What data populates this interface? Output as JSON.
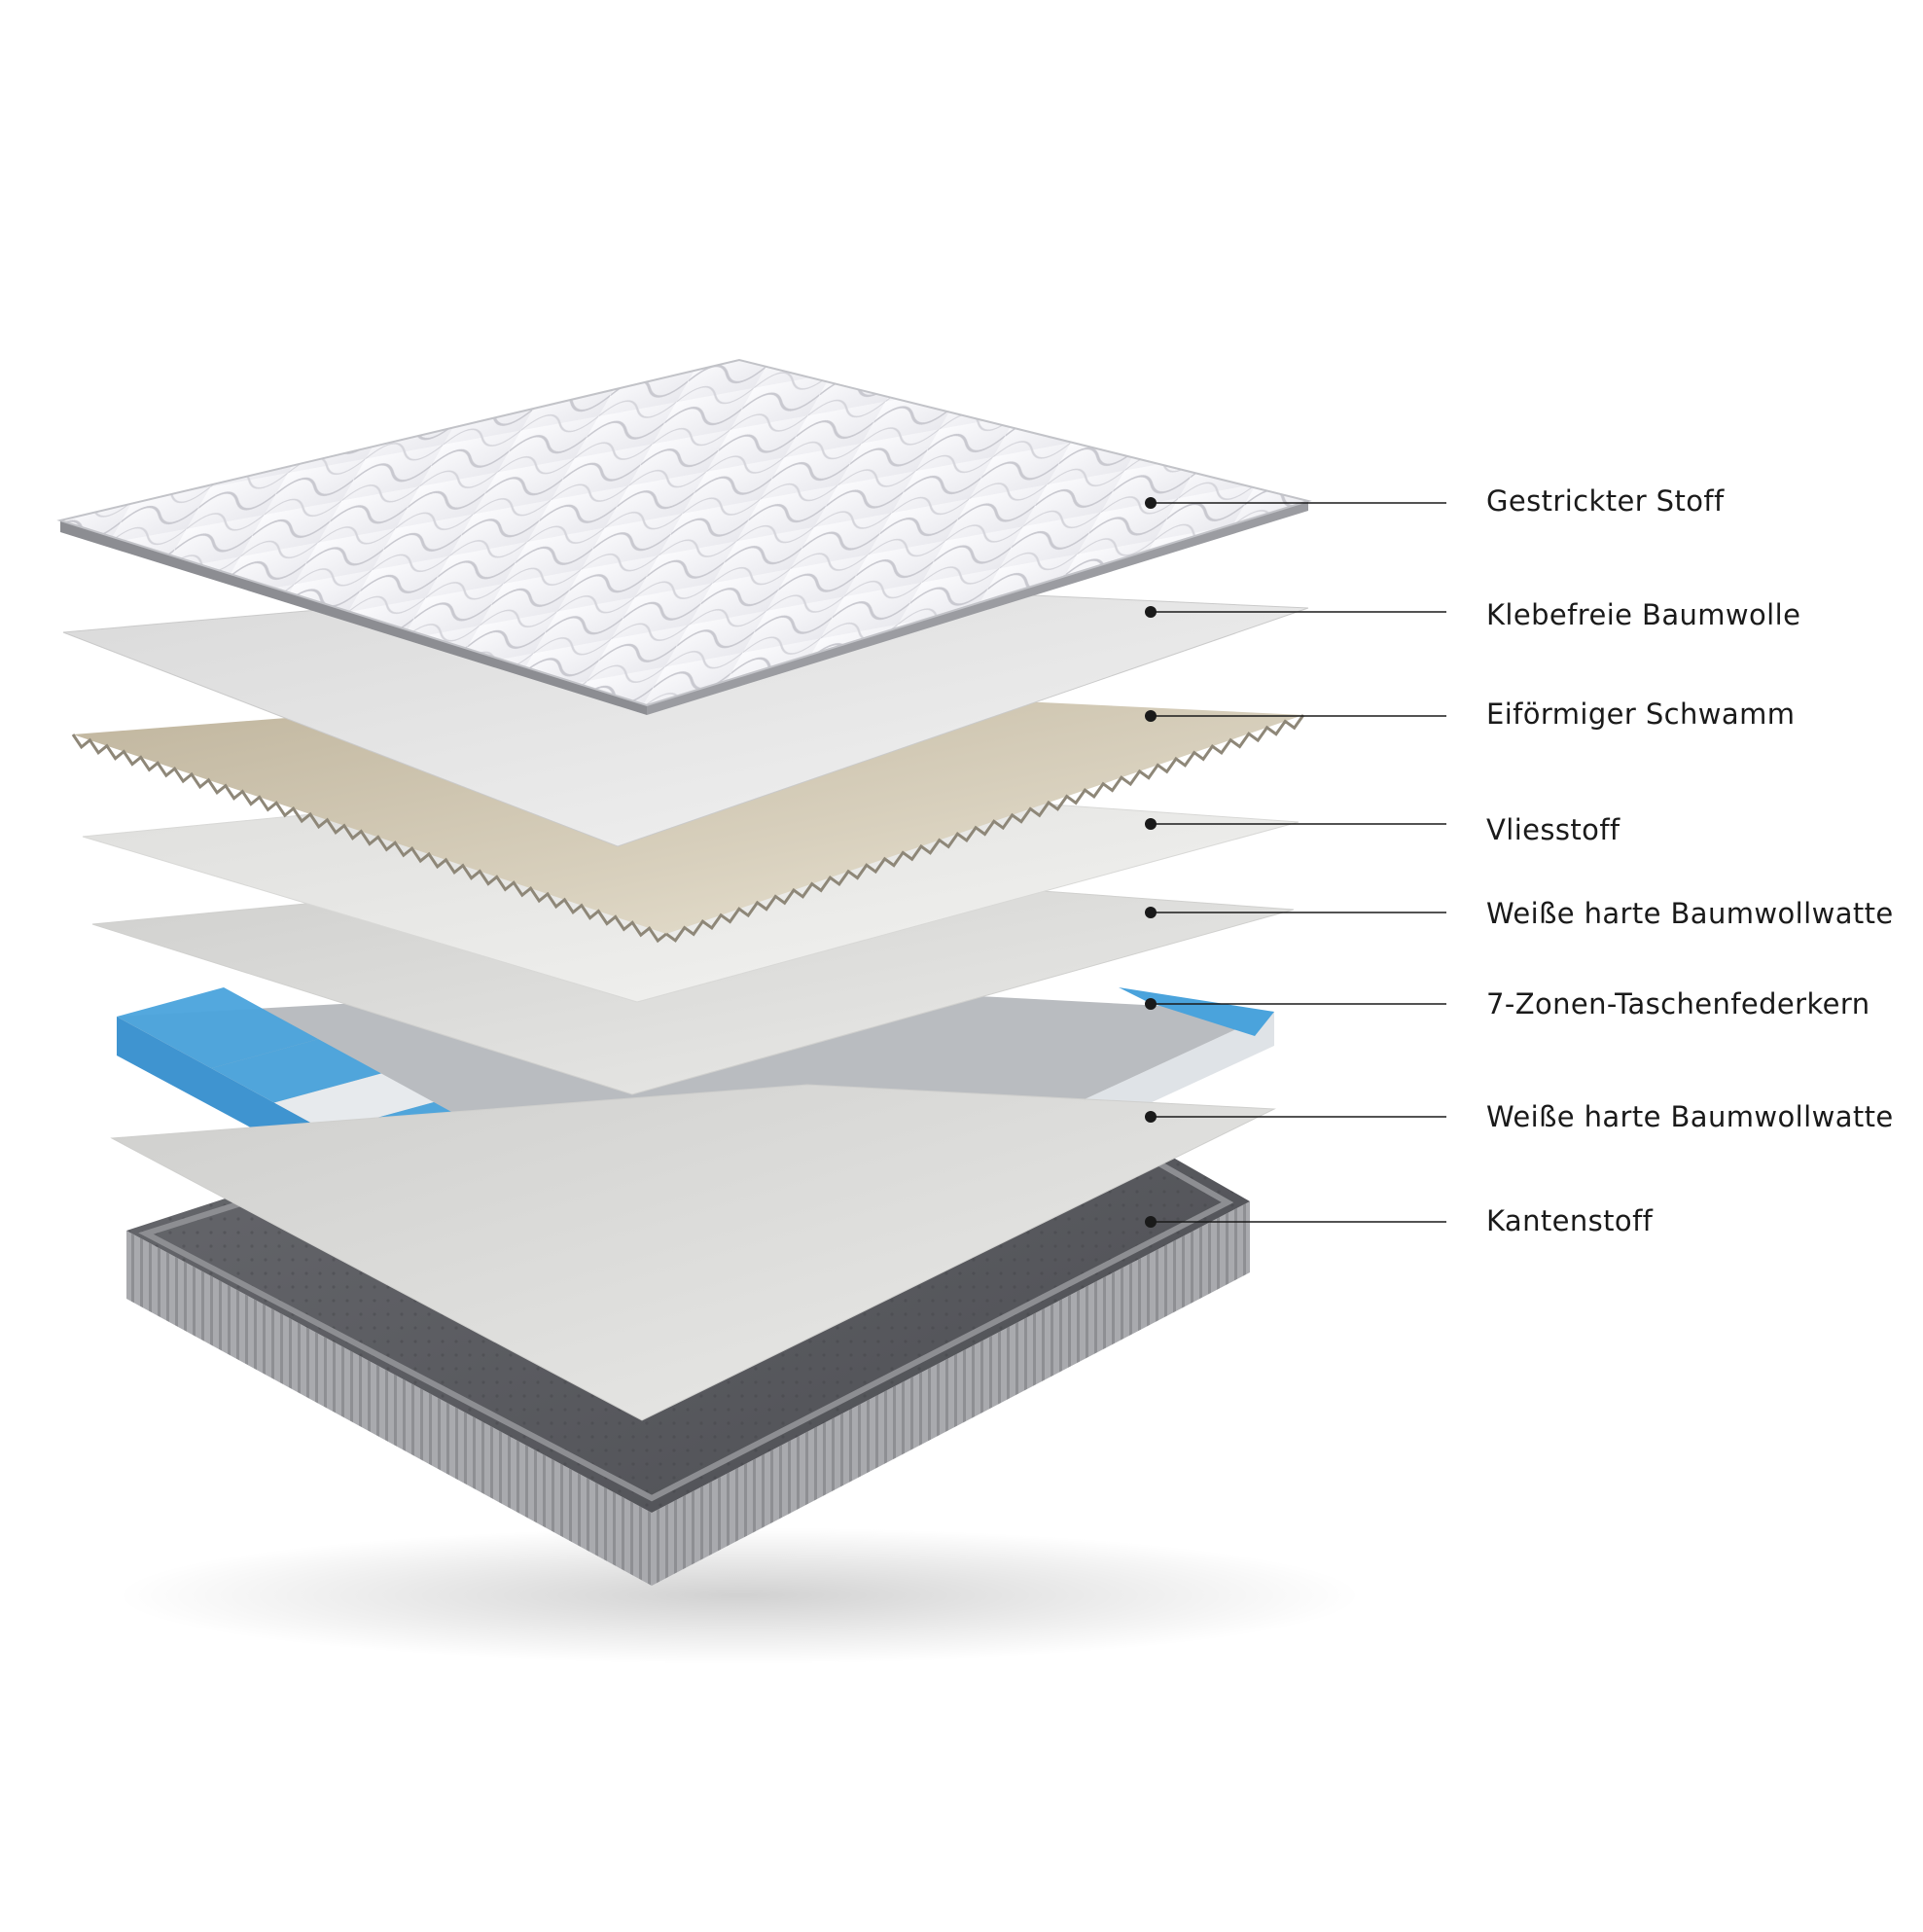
{
  "colors": {
    "knit": "#f4f4f6",
    "cotton": "#e2e2e2",
    "foam": "#cfc7b4",
    "fleece": "#e6e6e4",
    "wadding": "#d6d6d4",
    "spring_blue": "#4aa3dc",
    "spring_white": "#e9ecef",
    "spring_grey": "#b9bcc0",
    "edge_fabric": "#5f6064",
    "edge_side": "#a7a8ab",
    "leader": "#1a1a1a"
  },
  "layers": [
    {
      "id": "knit",
      "label": "Gestrickter Stoff"
    },
    {
      "id": "cotton",
      "label": "Klebefreie Baumwolle"
    },
    {
      "id": "foam",
      "label": "Eiförmiger Schwamm"
    },
    {
      "id": "fleece",
      "label": "Vliesstoff"
    },
    {
      "id": "wadding_top",
      "label": "Weiße harte Baumwollwatte"
    },
    {
      "id": "springs",
      "label": "7-Zonen-Taschenfederkern"
    },
    {
      "id": "wadding_bottom",
      "label": "Weiße harte Baumwollwatte"
    },
    {
      "id": "edge",
      "label": "Kantenstoff"
    }
  ]
}
